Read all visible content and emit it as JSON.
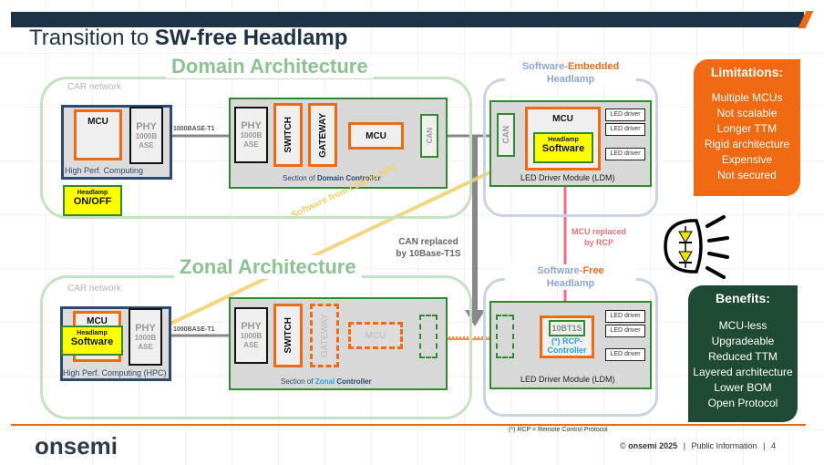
{
  "slide": {
    "title_prefix": "Transition to ",
    "title_bold": "SW-free Headlamp",
    "page_number": "4"
  },
  "domain": {
    "title": "Domain Architecture",
    "car_network": "CAR network",
    "hpc": {
      "mcu": "MCU",
      "phy": "PHY",
      "phy_sub": "1000B ASE",
      "label": "High Perf. Computing"
    },
    "link_label": "1000BASE-T1",
    "headlamp_onoff": {
      "line1": "Headlamp",
      "line2": "ON/OFF"
    },
    "controller": {
      "phy": "PHY",
      "phy_sub": "1000B ASE",
      "switch": "SWITCH",
      "gateway": "GATEWAY",
      "mcu": "MCU",
      "can": "CAN",
      "label_prefix": "Section of ",
      "label_bold": "Domain Controller"
    }
  },
  "embedded_headlamp": {
    "title_part1": "Software-",
    "title_part2": "Embedded",
    "title_line2": "Headlamp",
    "can": "CAN",
    "mcu": "MCU",
    "software": {
      "line1": "Headlamp",
      "line2": "Software"
    },
    "led_drivers": [
      "LED driver",
      "LED driver",
      "LED driver"
    ],
    "ldm_label": "LED Driver Module (LDM)"
  },
  "limitations": {
    "title": "Limitations:",
    "items": [
      "Multiple MCUs",
      "Not scalable",
      "Longer TTM",
      "Rigid architecture",
      "Expensive",
      "Not secured"
    ]
  },
  "annotations": {
    "software_move": "Software from LDM to HPC",
    "can_replaced_line1": "CAN replaced",
    "can_replaced_line2": "by 10Base-T1S",
    "mcu_replaced_line1": "MCU replaced",
    "mcu_replaced_line2": "by RCP"
  },
  "zonal": {
    "title": "Zonal Architecture",
    "car_network": "CAR network",
    "hpc": {
      "mcu": "MCU",
      "software": {
        "line1": "Headlamp",
        "line2": "Software"
      },
      "phy": "PHY",
      "phy_sub": "1000B ASE",
      "label": "High Perf. Computing (HPC)"
    },
    "link_label": "1000BASE-T1",
    "controller": {
      "phy": "PHY",
      "phy_sub": "1000B ASE",
      "switch": "SWITCH",
      "gateway": "GATEWAY",
      "mcu": "MCU",
      "label_prefix": "Section of ",
      "label_colored": "Zonal",
      "label_bold": " Controller"
    }
  },
  "free_headlamp": {
    "title_part1": "Software-",
    "title_part2": "Free",
    "title_line2": "Headlamp",
    "t1s": "10BT1S",
    "rcp_line1": "(*) RCP-",
    "rcp_line2": "Controller",
    "led_drivers": [
      "LED driver",
      "LED driver",
      "LED driver"
    ],
    "ldm_label": "LED Driver Module (LDM)"
  },
  "benefits": {
    "title": "Benefits:",
    "items": [
      "MCU-less",
      "Upgradeable",
      "Reduced TTM",
      "Layered architecture",
      "Lower BOM",
      "Open Protocol"
    ]
  },
  "footer": {
    "footnote": "(*) RCP = Remote Control Protocol",
    "copyright_symbol": "© ",
    "company": "onsemi 2025",
    "separator": "|",
    "classification": "Public Information",
    "logo": "onsemi"
  },
  "colors": {
    "navy": "#1f3347",
    "orange": "#f06a14",
    "green_title": "#8cc48f",
    "dark_green": "#1f4a33",
    "blue_label": "#8ea6cf",
    "software_yellow": "#ffff00",
    "mcu_replaced_red": "#e8707a"
  }
}
